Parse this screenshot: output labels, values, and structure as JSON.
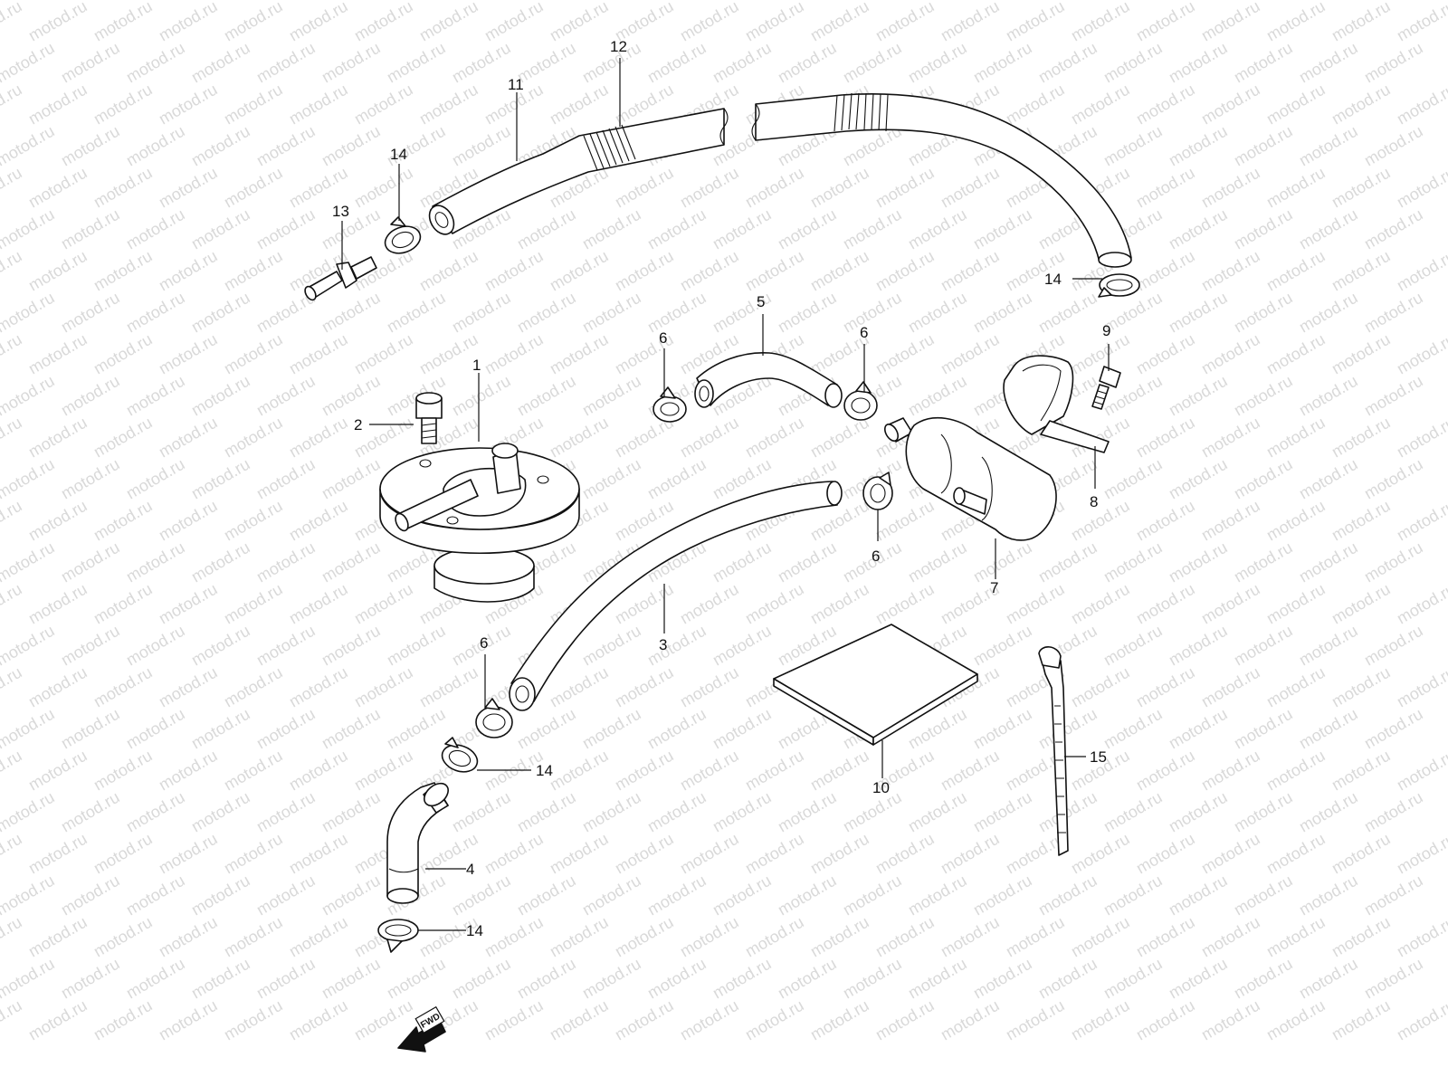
{
  "watermark": "motod.ru",
  "forward_badge": "FWD",
  "callouts": [
    {
      "id": "c1",
      "text": "1"
    },
    {
      "id": "c2",
      "text": "2"
    },
    {
      "id": "c3",
      "text": "3"
    },
    {
      "id": "c4",
      "text": "4"
    },
    {
      "id": "c5",
      "text": "5"
    },
    {
      "id": "c6a",
      "text": "6"
    },
    {
      "id": "c6b",
      "text": "6"
    },
    {
      "id": "c6c",
      "text": "6"
    },
    {
      "id": "c6d",
      "text": "6"
    },
    {
      "id": "c7",
      "text": "7"
    },
    {
      "id": "c8",
      "text": "8"
    },
    {
      "id": "c9",
      "text": "9"
    },
    {
      "id": "c10",
      "text": "10"
    },
    {
      "id": "c11",
      "text": "11"
    },
    {
      "id": "c12",
      "text": "12"
    },
    {
      "id": "c13",
      "text": "13"
    },
    {
      "id": "c14a",
      "text": "14"
    },
    {
      "id": "c14b",
      "text": "14"
    },
    {
      "id": "c14c",
      "text": "14"
    },
    {
      "id": "c14d",
      "text": "14"
    },
    {
      "id": "c15",
      "text": "15"
    }
  ]
}
